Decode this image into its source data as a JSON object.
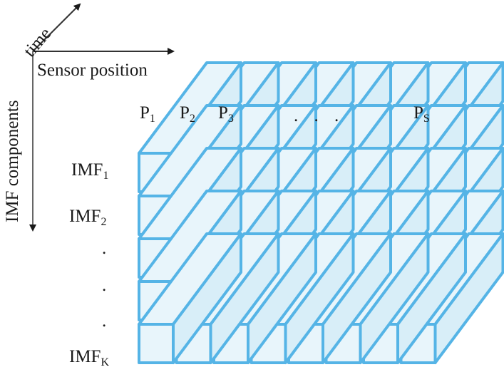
{
  "axes": {
    "time_label": "time",
    "sensor_label": "Sensor position",
    "imf_label": "IMF components"
  },
  "columns": [
    {
      "base": "P",
      "sub": "1"
    },
    {
      "base": "P",
      "sub": "2"
    },
    {
      "base": "P",
      "sub": "3"
    },
    {
      "base": ". . .",
      "sub": ""
    },
    {
      "base": "P",
      "sub": "S"
    }
  ],
  "rows": [
    {
      "base": "IMF",
      "sub": "1"
    },
    {
      "base": "IMF",
      "sub": "2"
    },
    {
      "base": ".",
      "sub": ""
    },
    {
      "base": ".",
      "sub": ""
    },
    {
      "base": ".",
      "sub": ""
    },
    {
      "base": "IMF",
      "sub": "K"
    }
  ],
  "grid": {
    "n_columns": 8,
    "n_rows": 5,
    "stroke_color": "#55b4e6",
    "face_color": "#e8f5fb",
    "side_color": "#d8eef8"
  }
}
